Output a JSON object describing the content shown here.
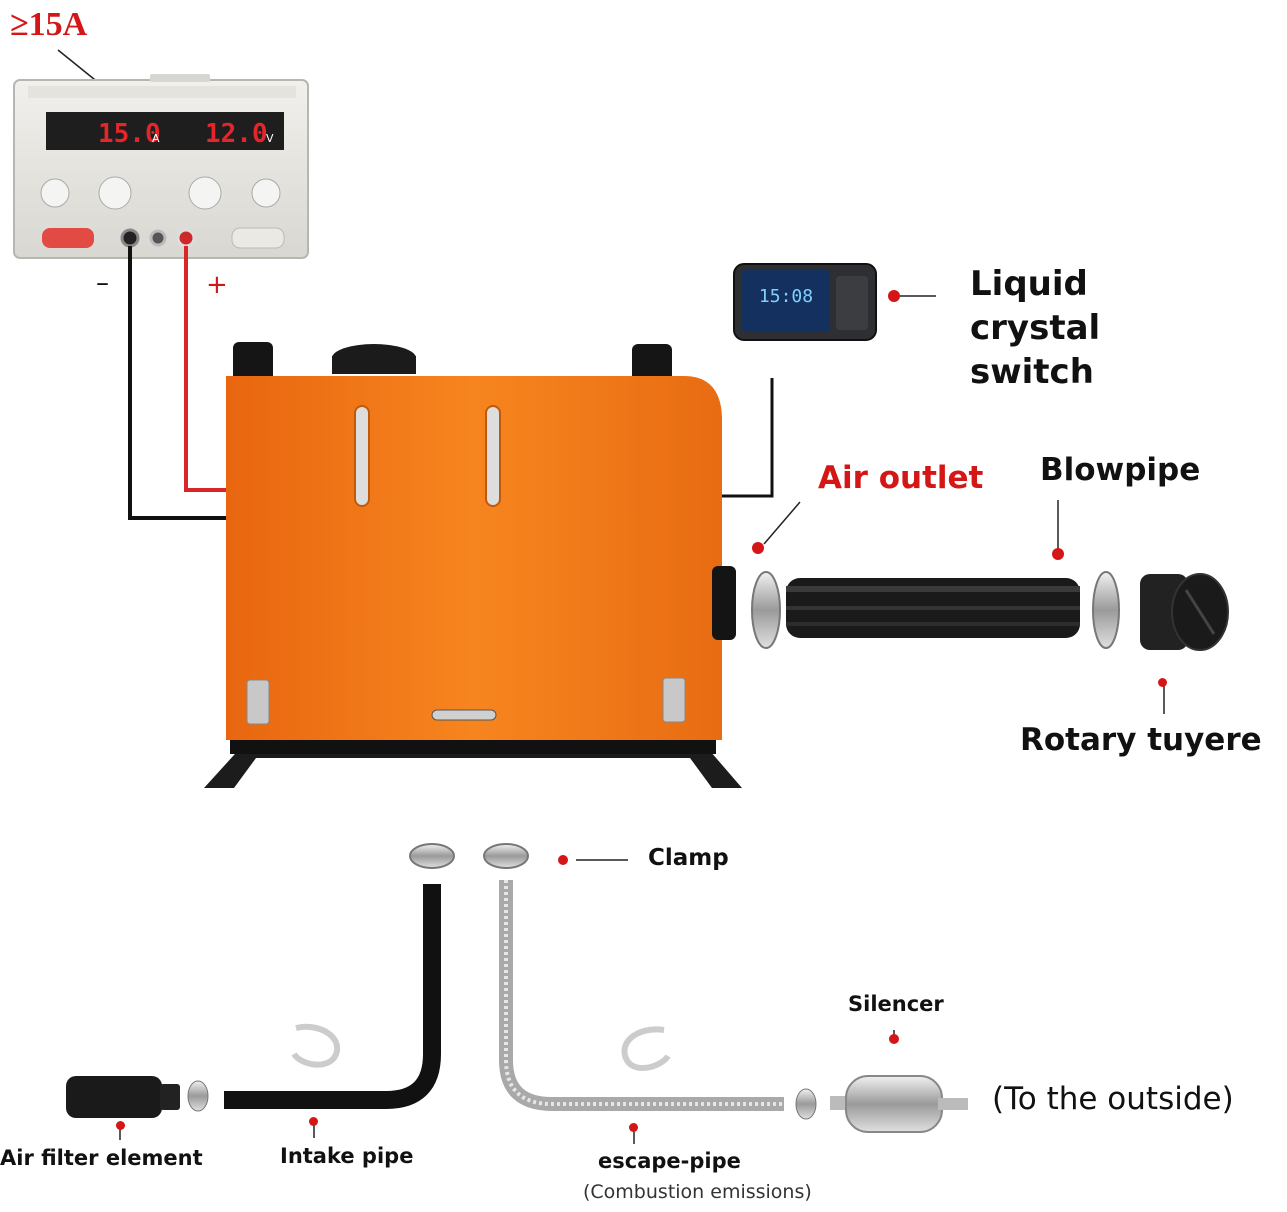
{
  "labels": {
    "current_rating": "≥15A",
    "lcd_switch": [
      "Liquid",
      "crystal",
      "switch"
    ],
    "air_outlet": "Air outlet",
    "blowpipe": "Blowpipe",
    "rotary_tuyere": "Rotary tuyere",
    "clamp": "Clamp",
    "silencer": "Silencer",
    "to_outside": "(To the outside)",
    "air_filter": "Air filter element",
    "intake_pipe": "Intake pipe",
    "escape_pipe": "escape-pipe",
    "combustion": "(Combustion emissions)",
    "minus": "–",
    "plus": "+"
  },
  "power_supply": {
    "current_reading": "15.0",
    "current_unit": "A",
    "voltage_reading": "12.0",
    "voltage_unit": "V"
  },
  "controller": {
    "time": "15:08"
  },
  "colors": {
    "accent_red": "#d51616",
    "heater_orange": "#f47c1a",
    "wire_red": "#d8262b",
    "wire_black": "#111111"
  }
}
